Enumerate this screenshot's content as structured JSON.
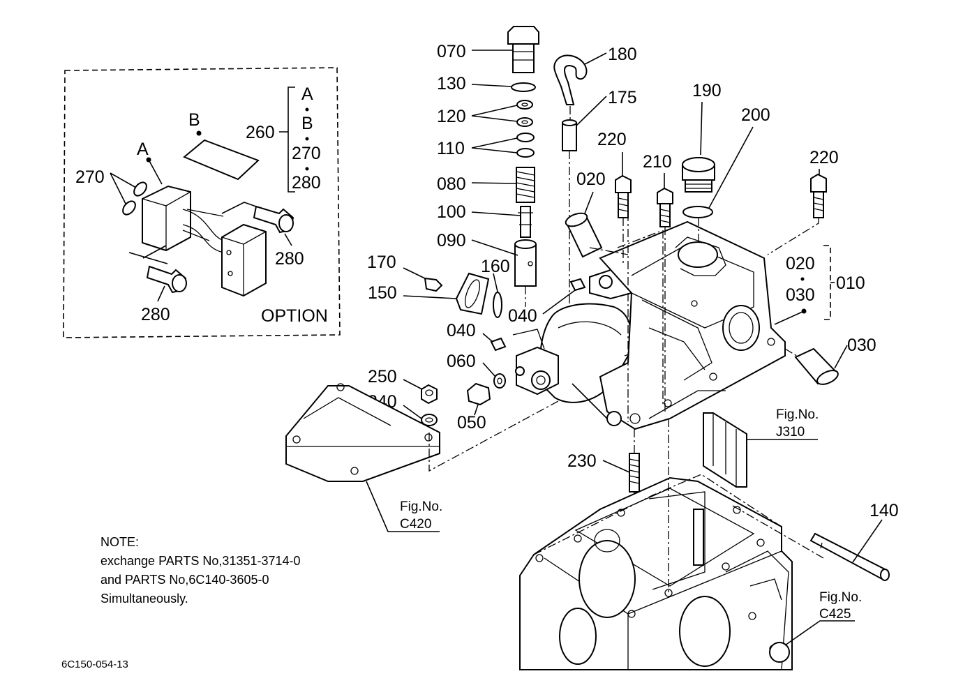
{
  "option_box": {
    "title": "OPTION",
    "labels": {
      "a": "A",
      "b": "B",
      "p260": "260",
      "p270": "270",
      "p280a": "280",
      "p280b": "280"
    },
    "bracket": {
      "a": "A",
      "b": "B",
      "p270": "270",
      "p280": "280"
    }
  },
  "parts": {
    "p070": "070",
    "p130": "130",
    "p120": "120",
    "p110": "110",
    "p080": "080",
    "p100": "100",
    "p090": "090",
    "p170": "170",
    "p150": "150",
    "p160": "160",
    "p040a": "040",
    "p040b": "040",
    "p060": "060",
    "p050": "050",
    "p250": "250",
    "p240": "240",
    "p180": "180",
    "p175": "175",
    "p220a": "220",
    "p020a": "020",
    "p210": "210",
    "p190": "190",
    "p200": "200",
    "p220b": "220",
    "p010": "010",
    "p020b": "020",
    "p030a": "030",
    "p030b": "030",
    "p230": "230",
    "p140": "140"
  },
  "fig_refs": {
    "j310": {
      "label": "Fig.No.",
      "code": "J310"
    },
    "c420": {
      "label": "Fig.No.",
      "code": "C420"
    },
    "c425": {
      "label": "Fig.No.",
      "code": "C425"
    }
  },
  "note": {
    "title": "NOTE:",
    "line1": "exchange PARTS No,31351-3714-0",
    "line2": "and PARTS No,6C140-3605-0",
    "line3": "Simultaneously."
  },
  "drawing_code": "6C150-054-13"
}
